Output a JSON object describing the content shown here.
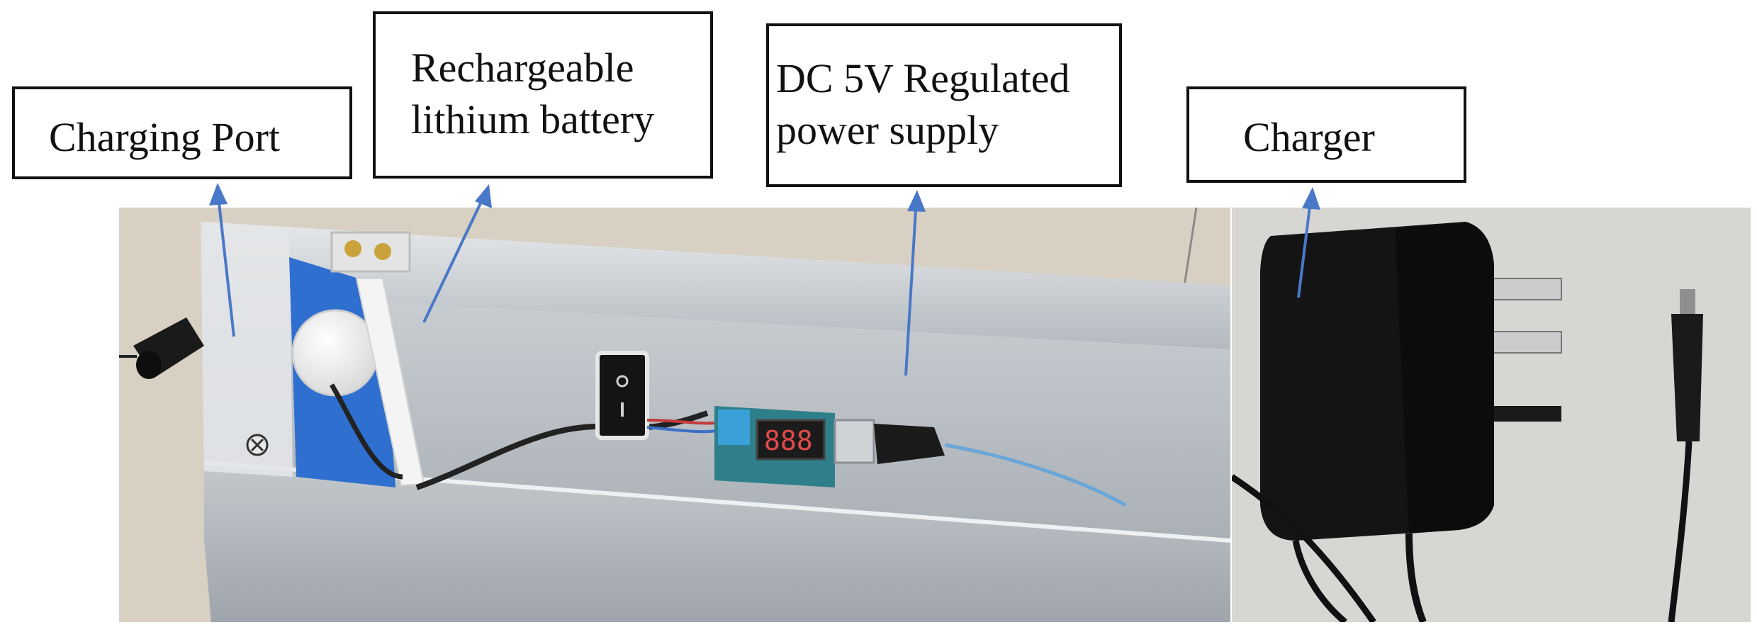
{
  "labels": {
    "charging_port": "Charging Port",
    "battery_line1": "Rechargeable",
    "battery_line2": "lithium battery",
    "regulator_line1": "DC 5V Regulated",
    "regulator_line2": "power supply",
    "charger": "Charger"
  },
  "colors": {
    "arrow": "#4a78c8",
    "border": "#111111",
    "metal": "#b9c0c6",
    "blue_panel": "#2e6fd0",
    "charger_body": "#141414",
    "floor": "#d9d2c6"
  },
  "icons": {
    "arrow": "up-arrow-icon"
  }
}
